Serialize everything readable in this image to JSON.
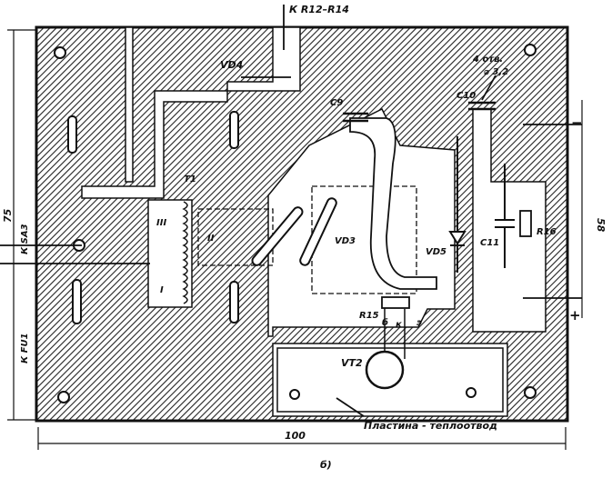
{
  "labels": {
    "top_wire": "К R12–R14",
    "vd4": "VD4",
    "holes": "4 отв.",
    "hole_dia": "⌀ 3,2",
    "c9": "C9",
    "c10": "C10",
    "minus": "−",
    "plus": "+",
    "t1": "T1",
    "winding_3": "III",
    "winding_2": "II",
    "winding_1": "I",
    "vd3": "VD3",
    "vd5": "VD5",
    "c11": "C11",
    "r16": "R16",
    "r15": "R15",
    "b": "б",
    "k": "к",
    "e": "э",
    "vt2": "VT2",
    "plate_label": "Пластина - теплоотвод",
    "left_wire_top": "К SA3",
    "left_wire_bottom": "К FU1",
    "dim_height": "75",
    "dim_right": "58",
    "dim_width": "100",
    "caption": "б)"
  }
}
